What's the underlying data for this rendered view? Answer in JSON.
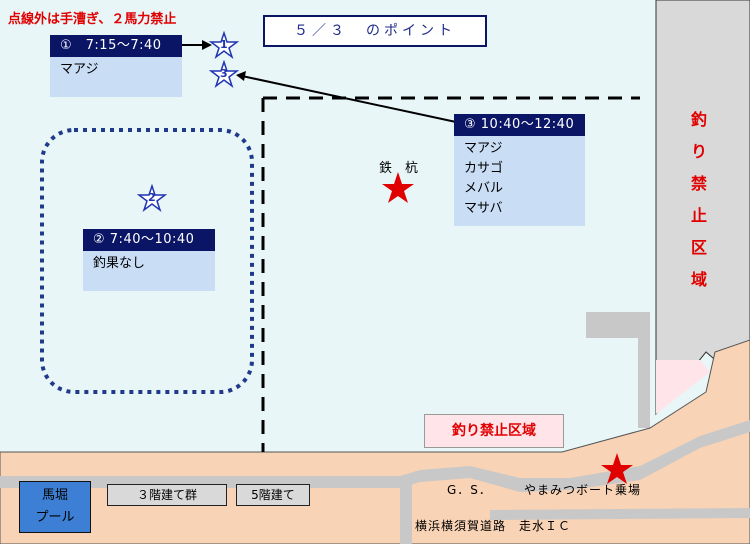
{
  "title": "５／３　のポイント",
  "warning": "点線外は手漕ぎ、２馬力禁止",
  "no_fishing_vertical": [
    "釣",
    "り",
    "禁",
    "止",
    "区",
    "域"
  ],
  "no_fishing_box": "釣り禁止区域",
  "iron_pile_label": "鉄　杭",
  "points": [
    {
      "header": "①　7:15〜7:40",
      "lines": [
        "マアジ"
      ],
      "marker": "1"
    },
    {
      "header": "②  7:40〜10:40",
      "lines": [
        "釣果なし"
      ],
      "marker": "2"
    },
    {
      "header": "③  10:40〜12:40",
      "lines": [
        "マアジ",
        "カサゴ",
        "メバル",
        "マサバ"
      ],
      "marker": "3"
    }
  ],
  "buildings": {
    "pool": [
      "馬堀",
      "プール"
    ],
    "bldg3": "３階建て群",
    "bldg5": "5階建て"
  },
  "labels": {
    "gs": "G．S．",
    "boat": "やまみつボート乗場",
    "road": "横浜横須賀道路　走水ＩＣ"
  },
  "colors": {
    "sea": "#e8f6f8",
    "land": "#f8d3b5",
    "navy": "#0b1566",
    "red": "#e00000",
    "road": "#c8c8c8"
  }
}
